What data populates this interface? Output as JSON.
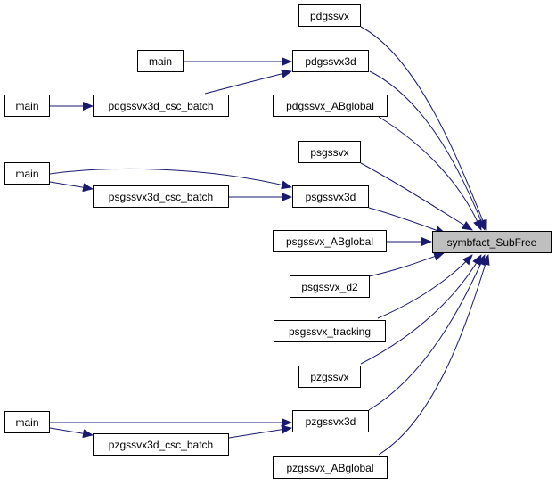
{
  "nodes": {
    "symbfact": "symbfact_SubFree",
    "pdgssvx": "pdgssvx",
    "pdgssvx3d": "pdgssvx3d",
    "pdgssvx_ABglobal": "pdgssvx_ABglobal",
    "psgssvx": "psgssvx",
    "psgssvx3d": "psgssvx3d",
    "psgssvx_ABglobal": "psgssvx_ABglobal",
    "psgssvx_d2": "psgssvx_d2",
    "psgssvx_tracking": "psgssvx_tracking",
    "pzgssvx": "pzgssvx",
    "pzgssvx3d": "pzgssvx3d",
    "pzgssvx_ABglobal": "pzgssvx_ABglobal",
    "pdgssvx3d_csc_batch": "pdgssvx3d_csc_batch",
    "psgssvx3d_csc_batch": "psgssvx3d_csc_batch",
    "pzgssvx3d_csc_batch": "pzgssvx3d_csc_batch",
    "main_pd_mid": "main",
    "main_pd_left": "main",
    "main_ps": "main",
    "main_pz": "main"
  },
  "colors": {
    "edge": "#191970",
    "root_fill": "#bfbfbf",
    "node_fill": "#ffffff",
    "border": "#000000"
  }
}
